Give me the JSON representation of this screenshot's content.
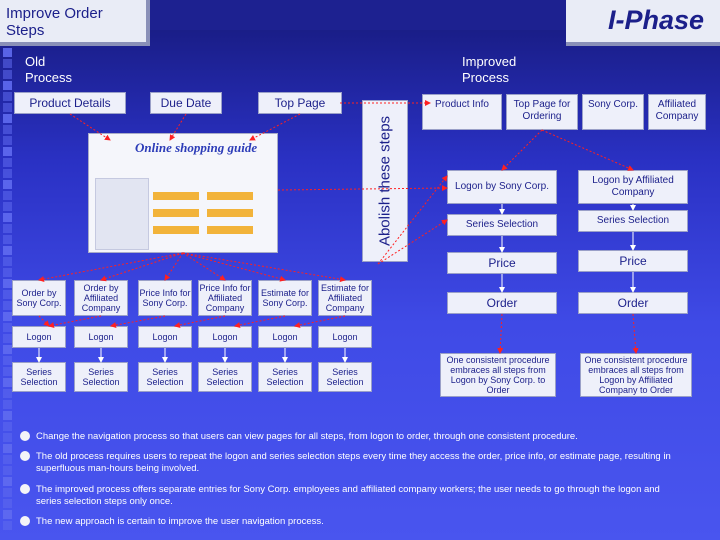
{
  "header": {
    "title": "Improve Order Steps",
    "phase": "I-Phase"
  },
  "old_process": {
    "label": "Old Process",
    "top_headers": [
      "Product Details",
      "Due Date",
      "Top Page"
    ],
    "abolish_label": "Abolish these steps",
    "screenshot": {
      "logo_text": "Online shopping guide",
      "caption": "Online shopping guide"
    },
    "flows": [
      {
        "start": "Order by Sony Corp.",
        "logon": "Logon",
        "series": "Series Selection"
      },
      {
        "start": "Order by Affiliated Company",
        "logon": "Logon",
        "series": "Series Selection"
      },
      {
        "start": "Price Info for Sony Corp.",
        "logon": "Logon",
        "series": "Series Selection"
      },
      {
        "start": "Price Info for Affiliated Company",
        "logon": "Logon",
        "series": "Series Selection"
      },
      {
        "start": "Estimate for Sony Corp.",
        "logon": "Logon",
        "series": "Series Selection"
      },
      {
        "start": "Estimate for Affiliated Company",
        "logon": "Logon",
        "series": "Series Selection"
      }
    ]
  },
  "improved_process": {
    "label": "Improved Process",
    "top_headers": [
      "Product Info",
      "Top Page for Ordering",
      "Sony Corp.",
      "Affiliated Company"
    ],
    "sony": {
      "logon": "Logon by Sony Corp.",
      "series": "Series Selection",
      "price": "Price",
      "order": "Order",
      "note": "One consistent procedure embraces all steps from Logon by Sony Corp. to Order"
    },
    "affiliated": {
      "logon": "Logon by Affiliated Company",
      "series": "Series Selection",
      "price": "Price",
      "order": "Order",
      "note": "One consistent procedure embraces all steps from Logon by Affiliated Company to Order"
    }
  },
  "bullets": [
    "Change the navigation process so that users can view pages for all steps, from logon to order, through one consistent procedure.",
    "The old process requires users to repeat the logon and series selection steps every time they access the order, price info, or estimate page, resulting in superfluous man-hours being involved.",
    "The improved process offers separate entries for Sony Corp. employees and affiliated company workers; the user needs to go through the logon and series selection steps only once.",
    "The new approach is certain to improve the user navigation process."
  ],
  "colors": {
    "background": "#3f4ae6",
    "box_fill": "#eef0fa",
    "box_text": "#1b1f8a",
    "arrow": "#ff2020"
  }
}
